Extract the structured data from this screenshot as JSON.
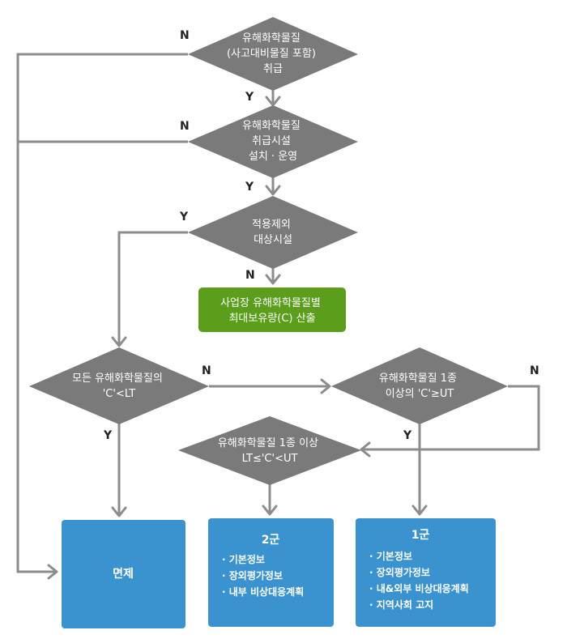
{
  "decisions": {
    "d1": {
      "lines": [
        "유해화학물질",
        "(사고대비물질 포함)",
        "취급"
      ]
    },
    "d2": {
      "lines": [
        "유해화학물질",
        "취급시설",
        "설치 · 운영"
      ]
    },
    "d3": {
      "lines": [
        "적용제외",
        "대상시설"
      ]
    },
    "d4": {
      "lines": [
        "모든 유해화학물질의",
        "'C'<LT"
      ]
    },
    "d5": {
      "lines": [
        "유해화학물질 1종",
        "이상의 'C'≥UT"
      ]
    },
    "d6": {
      "lines": [
        "유해화학물질 1종 이상",
        "LT≤'C'<UT"
      ]
    }
  },
  "process": {
    "lines": [
      "사업장 유해화학물질별",
      "최대보유량(C) 산출"
    ]
  },
  "boxes": {
    "exempt": {
      "title": "면제"
    },
    "group2": {
      "title": "2군",
      "items": [
        "· 기본정보",
        "· 장외평가정보",
        "· 내부 비상대응계획"
      ]
    },
    "group1": {
      "title": "1군",
      "items": [
        "· 기본정보",
        "· 장외평가정보",
        "· 내&외부 비상대응계획",
        "· 지역사회 고지"
      ]
    }
  },
  "labels": {
    "d1_no": "N",
    "d1_yes": "Y",
    "d2_no": "N",
    "d2_yes": "Y",
    "d3_yes": "Y",
    "d3_no": "N",
    "d4_no": "N",
    "d4_yes": "Y",
    "d5_no": "N",
    "d5_yes": "Y"
  },
  "colors": {
    "diamond": "#7a7a7a",
    "connector": "#8c8c8c",
    "process": "#5a9e1c",
    "result": "#3a93cf"
  }
}
